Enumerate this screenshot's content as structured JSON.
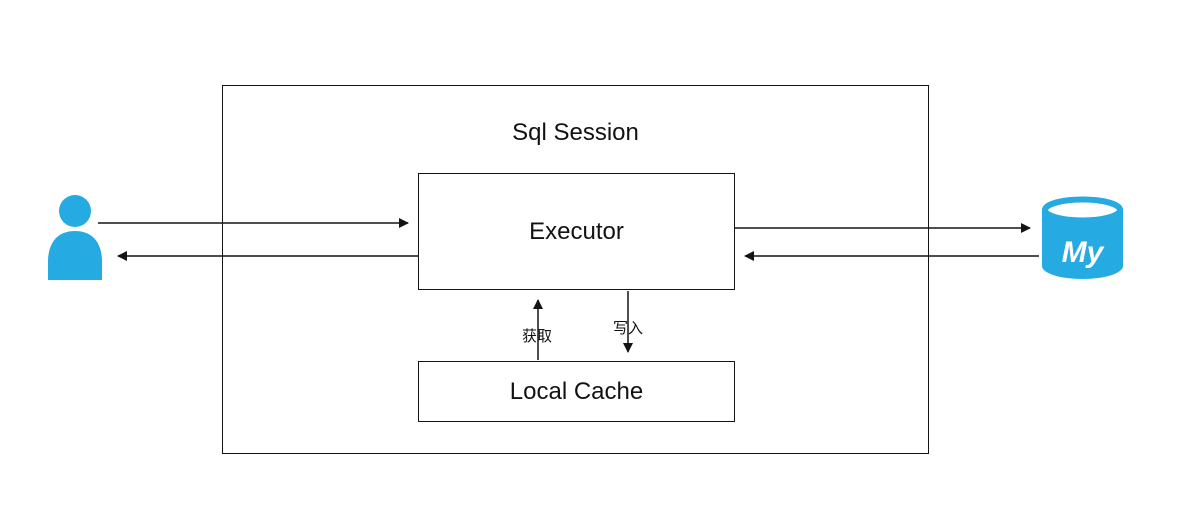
{
  "diagram": {
    "title": "Sql Session",
    "executor_label": "Executor",
    "cache_label": "Local Cache",
    "fetch_label": "获取",
    "write_label": "写入",
    "database_label": "My"
  },
  "colors": {
    "accent_blue": "#25AAE1",
    "line": "#141414"
  }
}
